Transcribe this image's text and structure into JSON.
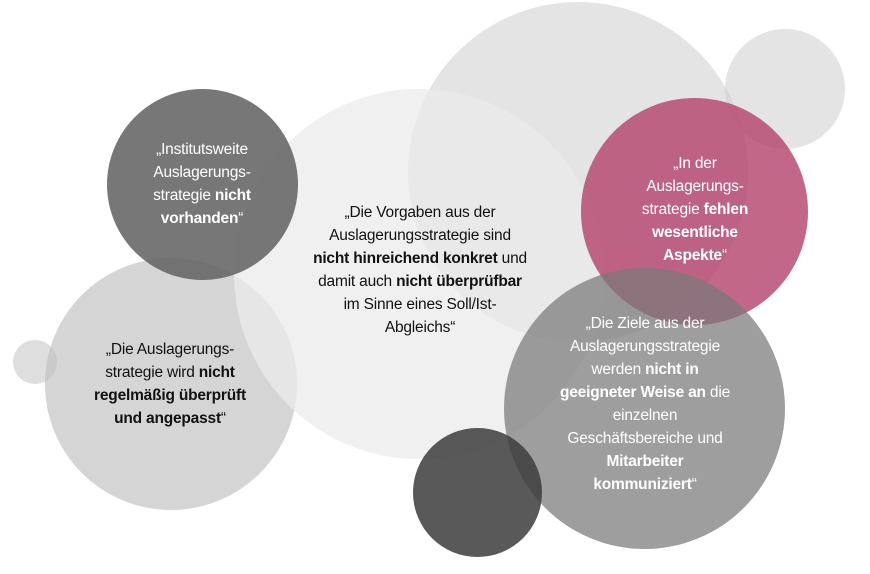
{
  "colors": {
    "background": "#ffffff",
    "big_light_circle": "#e2e2e2",
    "top_right_small_circle": "#e3e3e3",
    "center_circle": "#ededed",
    "top_left_dark_circle": "#767676",
    "left_light_circle": "#d4d4d4",
    "tiny_left_circle": "#dedede",
    "pink_circle": "#b5567a",
    "right_gray_circle": "#999999",
    "bottom_dark_circle": "#555555"
  },
  "statements": [
    {
      "id": "institutsweite",
      "lines": [
        [
          {
            "t": "„Institutsweite",
            "b": false
          }
        ],
        [
          {
            "t": "Auslagerungs-",
            "b": false
          }
        ],
        [
          {
            "t": "strategie ",
            "b": false
          },
          {
            "t": "nicht",
            "b": true
          }
        ],
        [
          {
            "t": "vorhanden",
            "b": true
          },
          {
            "t": "“",
            "b": false
          }
        ]
      ]
    },
    {
      "id": "vorgaben",
      "lines": [
        [
          {
            "t": "„Die Vorgaben aus der",
            "b": false
          }
        ],
        [
          {
            "t": "Auslagerungsstrategie sind",
            "b": false
          }
        ],
        [
          {
            "t": "nicht hinreichend konkret",
            "b": true
          },
          {
            "t": " und",
            "b": false
          }
        ],
        [
          {
            "t": "damit auch ",
            "b": false
          },
          {
            "t": "nicht überprüfbar",
            "b": true
          }
        ],
        [
          {
            "t": "im Sinne eines Soll/Ist-",
            "b": false
          }
        ],
        [
          {
            "t": "Abgleichs“",
            "b": false
          }
        ]
      ]
    },
    {
      "id": "fehlen",
      "lines": [
        [
          {
            "t": "„In der",
            "b": false
          }
        ],
        [
          {
            "t": "Auslagerungs-",
            "b": false
          }
        ],
        [
          {
            "t": "strategie ",
            "b": false
          },
          {
            "t": "fehlen",
            "b": true
          }
        ],
        [
          {
            "t": "wesentliche",
            "b": true
          }
        ],
        [
          {
            "t": "Aspekte",
            "b": true
          },
          {
            "t": "“",
            "b": false
          }
        ]
      ]
    },
    {
      "id": "regelmaessig",
      "lines": [
        [
          {
            "t": "„Die Auslagerungs-",
            "b": false
          }
        ],
        [
          {
            "t": "strategie wird ",
            "b": false
          },
          {
            "t": "nicht",
            "b": true
          }
        ],
        [
          {
            "t": "regelmäßig überprüft",
            "b": true
          }
        ],
        [
          {
            "t": "und angepasst",
            "b": true
          },
          {
            "t": "“",
            "b": false
          }
        ]
      ]
    },
    {
      "id": "ziele",
      "lines": [
        [
          {
            "t": "„Die Ziele aus der",
            "b": false
          }
        ],
        [
          {
            "t": "Auslagerungsstrategie",
            "b": false
          }
        ],
        [
          {
            "t": "werden ",
            "b": false
          },
          {
            "t": "nicht in",
            "b": true
          }
        ],
        [
          {
            "t": "geeigneter Weise an",
            "b": true
          },
          {
            "t": " die",
            "b": false
          }
        ],
        [
          {
            "t": "einzelnen",
            "b": false
          }
        ],
        [
          {
            "t": "Geschäftsbereiche und",
            "b": false
          }
        ],
        [
          {
            "t": "Mitarbeiter",
            "b": true
          }
        ],
        [
          {
            "t": "kommuniziert",
            "b": true
          },
          {
            "t": "“",
            "b": false
          }
        ]
      ]
    }
  ]
}
